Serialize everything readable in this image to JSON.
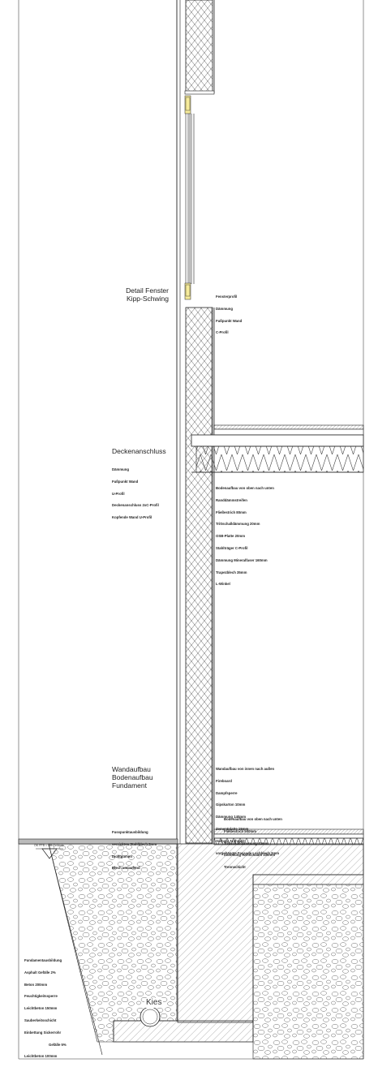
{
  "titles": {
    "fenster": [
      "Detail Fenster",
      "Kipp-Schwing"
    ],
    "decke": "Deckenanschluss",
    "wand": [
      "Wandaufbau",
      "Bodenaufbau",
      "Fundament"
    ]
  },
  "notes": {
    "fenster_side": [
      "Fensterprofil",
      "Dämmung",
      "Fußpunkt Wand",
      "C-Profil"
    ],
    "decke_left": [
      "Dämmung",
      "Fußpunkt Wand",
      "U-Profil",
      "Deckenanschluss 2xC-Profil",
      "Kopfende Wand U-Profil"
    ],
    "boden_oben": [
      "Bodenaufbau von oben nach unten",
      "Randdämmstreifen",
      "Fließestrich 80mm",
      "Trittschalldämmung 20mm",
      "OSB-Platte 20mm",
      "Stahlträger C-Profil",
      "Dämmung Mineralfaser 160mm",
      "Trapezblech 35mm",
      "L-Winkel"
    ],
    "wand_aufbau": [
      "Wandaufbau von innen nach außen",
      "Fireboard",
      "Dampfsperre",
      "Gipskarton 10mm",
      "Dämmung 140mm",
      "Zementplatte 15mm",
      "Aufputz Anthrazit",
      "vorgehängte Fassade Lochblech 3mm"
    ],
    "boden_unten": [
      "Bodenaufbau von oben nach unten",
      "Fließestrich 500mm",
      "Trittschalldämmung 40mm",
      "Dämmung Hartschaum 100mm",
      "Trennschicht"
    ],
    "fusspunkt": [
      "Fusspunktausbildung",
      "verzinktes Stahlblech 3mm",
      "Dichtgummi",
      "Blech umlaufend"
    ],
    "fundament": [
      "Fundamentausbildung",
      "Asphalt Gefälle 2%",
      "Beton 200mm",
      "Feuchtigkeitssperre",
      "Leichtbeton 150mm",
      "Sauberkeitsschicht",
      "Einbettung Sickerrohr",
      "Gefälle 5%",
      "Leichtbeton 100mm"
    ],
    "level": "OK FFB = OK Gelände",
    "kies": "Kies"
  }
}
